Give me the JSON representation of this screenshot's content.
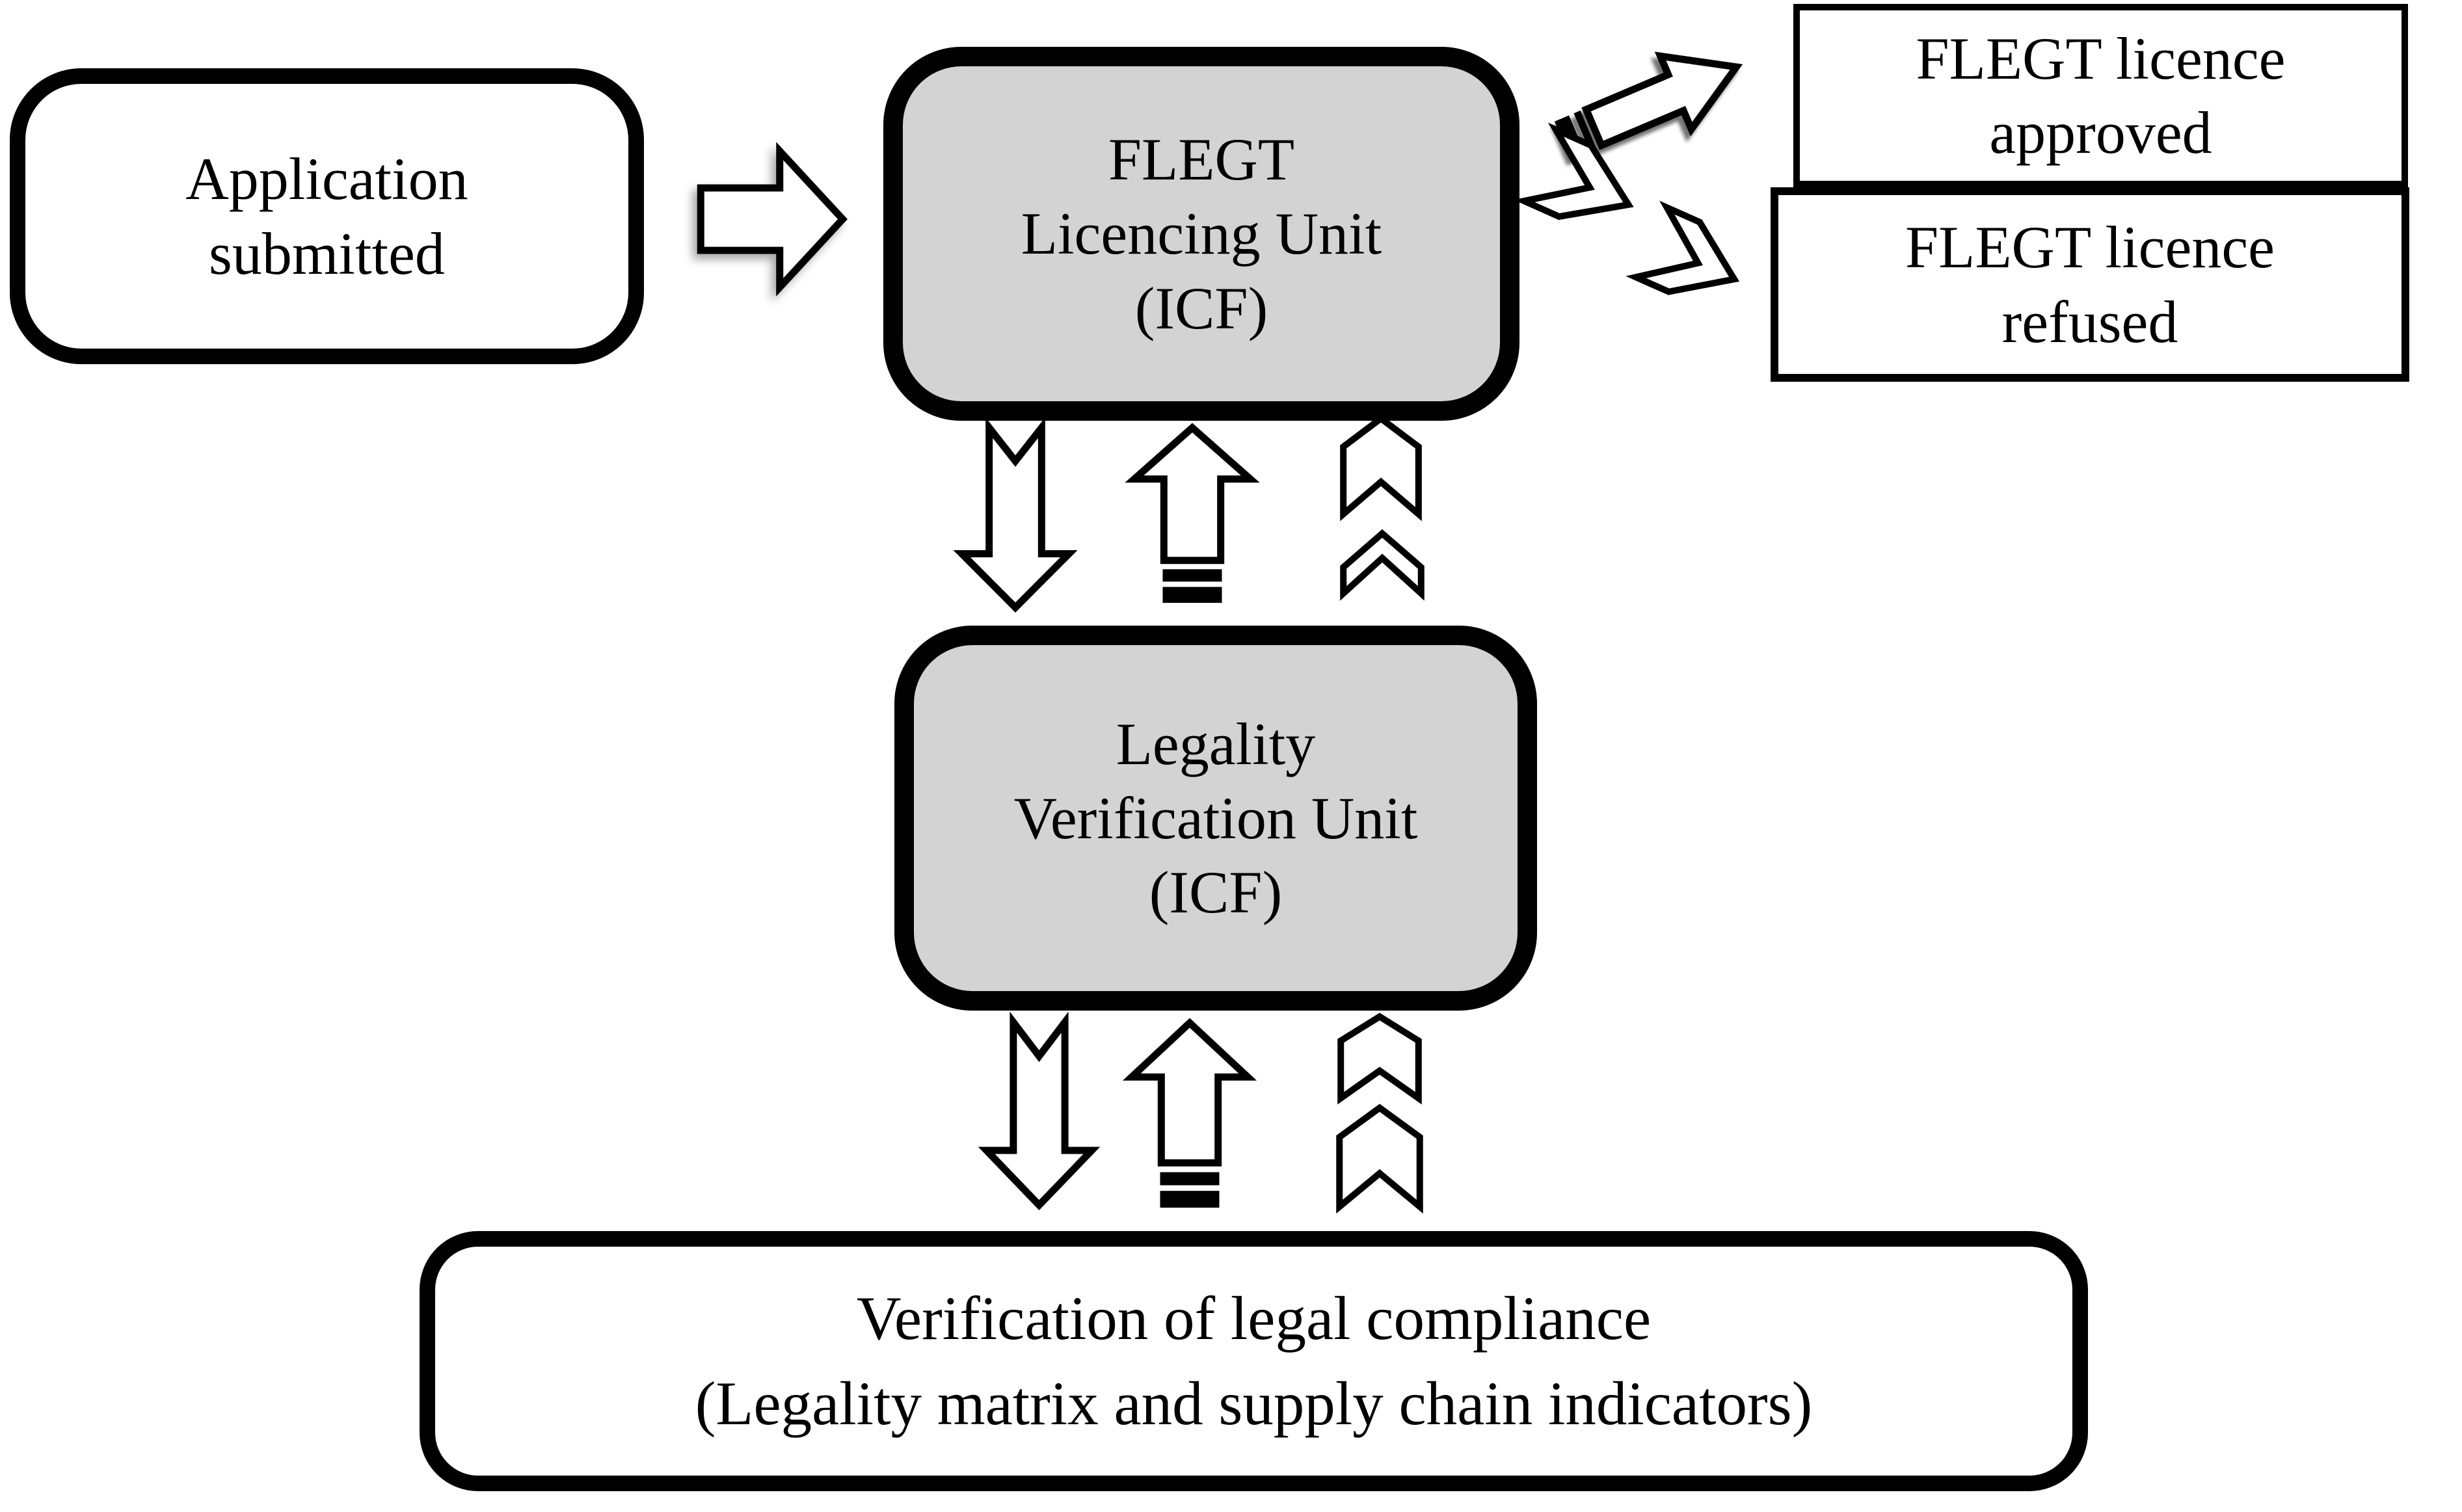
{
  "diagram": {
    "title": "FLEGT licensing process flowchart",
    "nodes": {
      "application": {
        "lines": [
          "Application",
          "submitted"
        ]
      },
      "licencing_unit": {
        "lines": [
          "FLEGT",
          "Licencing Unit",
          "(ICF)"
        ]
      },
      "licence_approved": {
        "lines": [
          "FLEGT licence",
          "approved"
        ]
      },
      "licence_refused": {
        "lines": [
          "FLEGT licence",
          "refused"
        ]
      },
      "verification_unit": {
        "lines": [
          "Legality",
          "Verification Unit",
          "(ICF)"
        ]
      },
      "verification_compliance": {
        "lines": [
          "Verification of legal compliance",
          "(Legality matrix and supply chain indicators)"
        ]
      }
    },
    "icons": [
      "right-block-arrow",
      "striped-up-right-arrow",
      "chevron-right",
      "notched-down-arrow",
      "striped-up-arrow",
      "chevron-up-badge",
      "chevron-up"
    ],
    "colors": {
      "background": "#ffffff",
      "box_fill": "#ffffff",
      "unit_fill": "#d3d3d3",
      "line": "#000000"
    }
  }
}
